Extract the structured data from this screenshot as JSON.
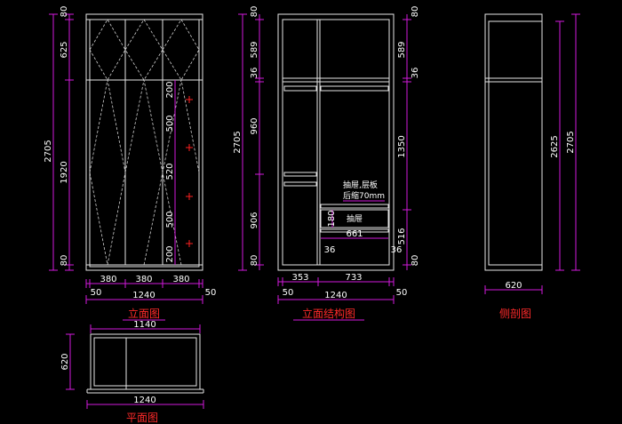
{
  "titles": {
    "front": "立面图",
    "structure": "立面结构图",
    "side": "侧剖图",
    "plan": "平面图"
  },
  "front": {
    "total_h": "2705",
    "segments_left": [
      "80",
      "625",
      "1920",
      "80"
    ],
    "segments_right": [
      "200",
      "500",
      "520",
      "500",
      "200"
    ],
    "widths": [
      "380",
      "380",
      "380"
    ],
    "side_gaps": [
      "50",
      "50"
    ],
    "total_w": "1240"
  },
  "structure": {
    "total_h": "2705",
    "segments_left": [
      "80",
      "589",
      "36",
      "960",
      "906",
      "80"
    ],
    "segments_right": [
      "80",
      "589",
      "36",
      "1350",
      "516",
      "80"
    ],
    "note_line1": "抽屉,层板",
    "note_line2": "后缩70mm",
    "drawer_h": "180",
    "drawer_label": "抽屉",
    "drawer_w": "661",
    "side_left": "36",
    "side_right": "36",
    "widths": [
      "353",
      "733"
    ],
    "side_gaps": [
      "50",
      "50"
    ],
    "total_w": "1240"
  },
  "side": {
    "inner_h": "2625",
    "total_h": "2705",
    "depth": "620"
  },
  "plan": {
    "inner_w": "1140",
    "depth": "620",
    "total_w": "1240"
  }
}
